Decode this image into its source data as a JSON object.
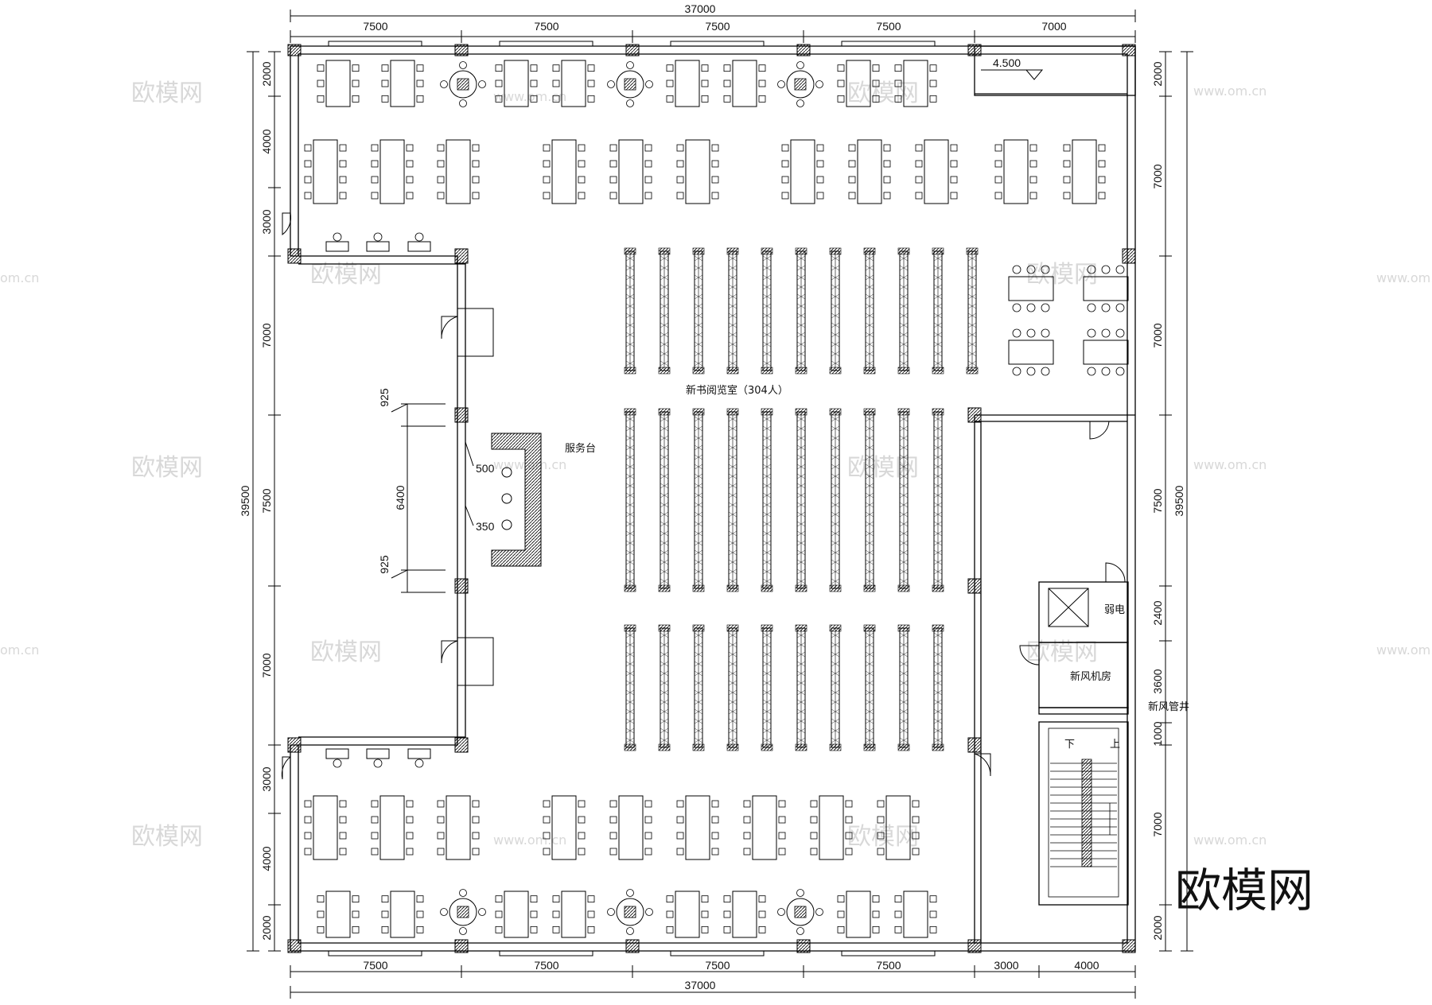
{
  "dims": {
    "top": [
      "37000",
      "7500",
      "7500",
      "7500",
      "7500",
      "7000"
    ],
    "bottom": [
      "7500",
      "7500",
      "7500",
      "7500",
      "3000",
      "4000",
      "37000"
    ],
    "left": [
      "2000",
      "4000",
      "3000",
      "7000",
      "7500",
      "7000",
      "3000",
      "4000",
      "2000",
      "39500"
    ],
    "right": [
      "2000",
      "7000",
      "7000",
      "7500",
      "2400",
      "3600",
      "1000",
      "7000",
      "2000",
      "39500"
    ],
    "inner": [
      "925",
      "6400",
      "925",
      "500",
      "350"
    ],
    "level": "4.500"
  },
  "labels": {
    "reading_room": "新书阅览室（304人）",
    "service_desk": "服务台",
    "weak_current": "弱电",
    "fresh_air_room": "新风机房",
    "fresh_air_shaft": "新风管井",
    "stair_down": "下",
    "stair_up": "上"
  },
  "watermark": {
    "brand": "欧模网",
    "site": "www.om.cn",
    "site_short": "om.cn"
  }
}
